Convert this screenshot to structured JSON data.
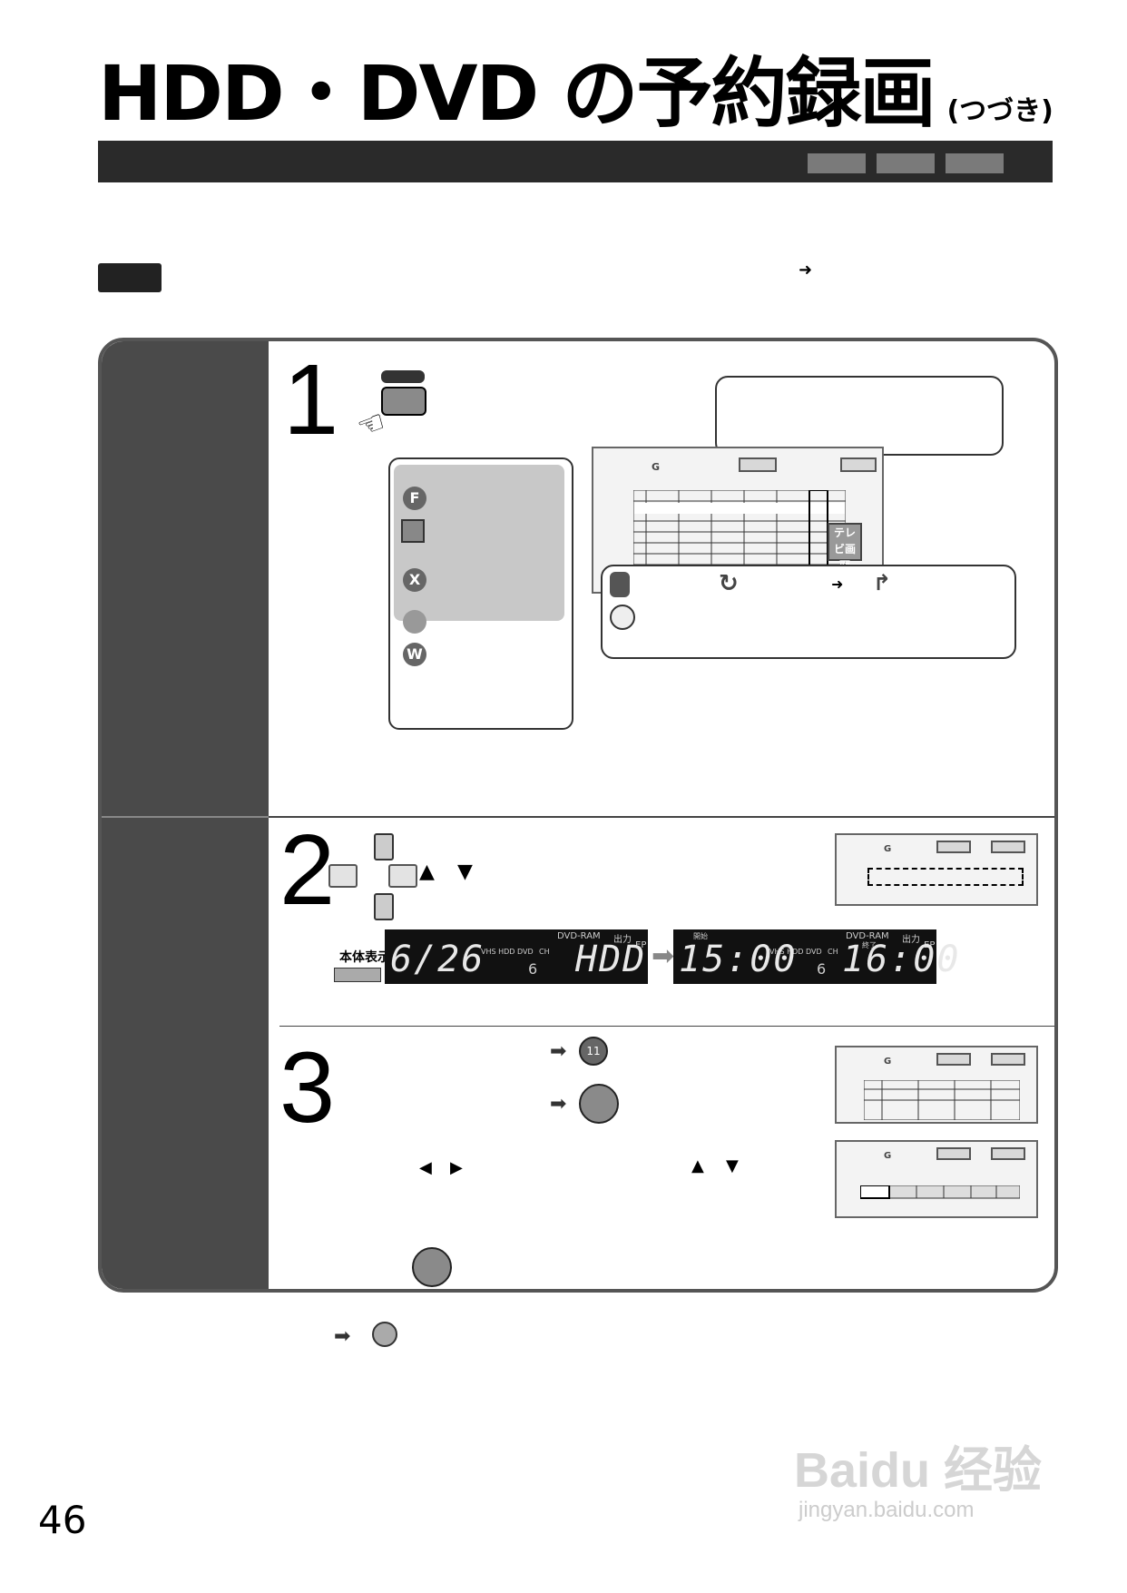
{
  "title": {
    "main": "HDD・DVD の予約録画",
    "sub": "(つづき)"
  },
  "step_numbers": [
    "1",
    "2",
    "3"
  ],
  "legend_icons": {
    "f": "F",
    "x": "X",
    "w": "W"
  },
  "front_display_label": "本体表示窓",
  "tv_screen_label": "テレビ画面",
  "lcd": {
    "first": {
      "format": "DVD-RAM",
      "output": "出力",
      "mode": "EP",
      "source": "VHS HDD DVD",
      "ch_label": "CH",
      "ch": "6",
      "date": "6/26",
      "target": "HDD"
    },
    "second": {
      "format": "DVD-RAM",
      "output": "出力",
      "end_label": "終了",
      "mode": "EP",
      "start_label": "開始",
      "source": "VHS HDD DVD",
      "ch_label": "CH",
      "ch": "6",
      "start": "15:00",
      "end": "16:00"
    }
  },
  "button_11": "11",
  "page_number": "46",
  "watermark": {
    "logo": "Baidu 经验",
    "url": "jingyan.baidu.com"
  }
}
